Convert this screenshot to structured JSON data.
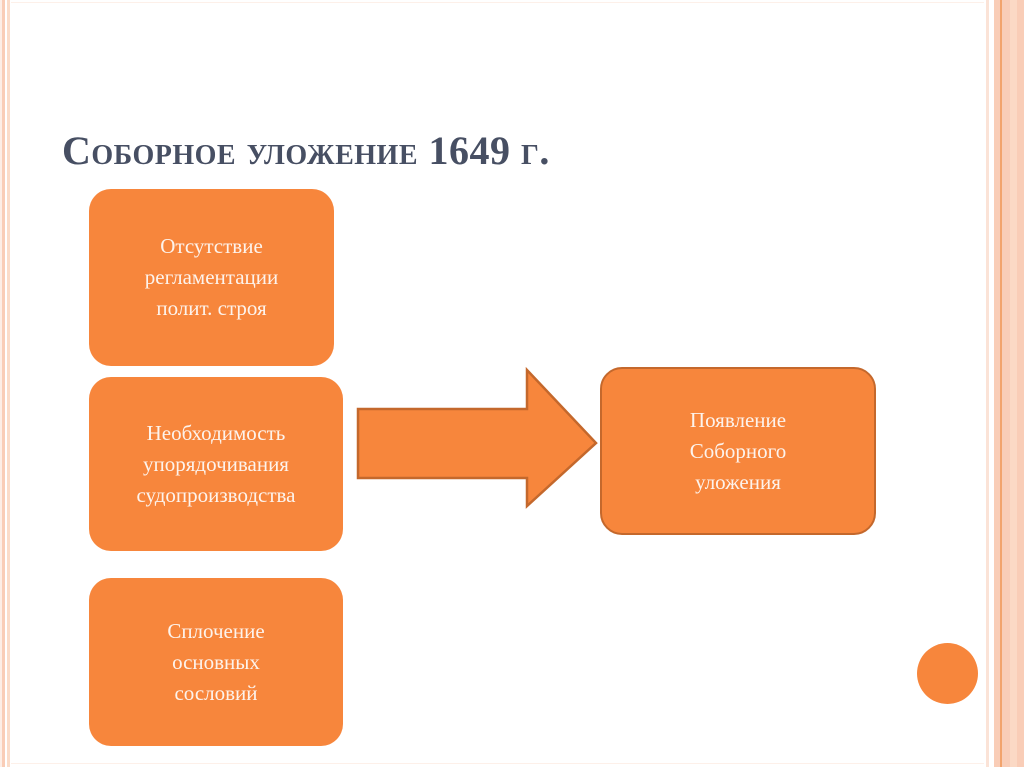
{
  "slide": {
    "title": "Соборное уложение 1649 г.",
    "background_color": "#ffffff",
    "title_color": "#474f63",
    "accent_color": "#f7863c",
    "accent_outline_color": "#c4682c",
    "box_text_color": "#fdf3ec",
    "stripe_colors": [
      "#f9cdb7",
      "#fbdcc9",
      "#f2a36c",
      "#ffffff"
    ]
  },
  "diagram": {
    "type": "cause-effect-flow",
    "causes": [
      {
        "id": "cause-1",
        "line_1": "Отсутствие",
        "line_2": "регламентации",
        "line_3": "полит. строя",
        "text": "Отсутствие регламентации полит. строя"
      },
      {
        "id": "cause-2",
        "line_1": "Необходимость",
        "line_2": "упорядочивания",
        "line_3": "судопроизводства",
        "text": "Необходимость упорядочивания судопроизводства"
      },
      {
        "id": "cause-3",
        "line_1": "Сплочение",
        "line_2": "основных",
        "line_3": "сословий",
        "text": "Сплочение основных сословий"
      }
    ],
    "connector": {
      "icon": "right-arrow-icon",
      "direction": "right"
    },
    "result": {
      "id": "result",
      "line_1": "Появление",
      "line_2": "Соборного",
      "line_3": "уложения",
      "text": "Появление Соборного уложения"
    }
  },
  "decorations": {
    "circle": {
      "name": "decorative-circle",
      "color": "#f7863c"
    }
  }
}
